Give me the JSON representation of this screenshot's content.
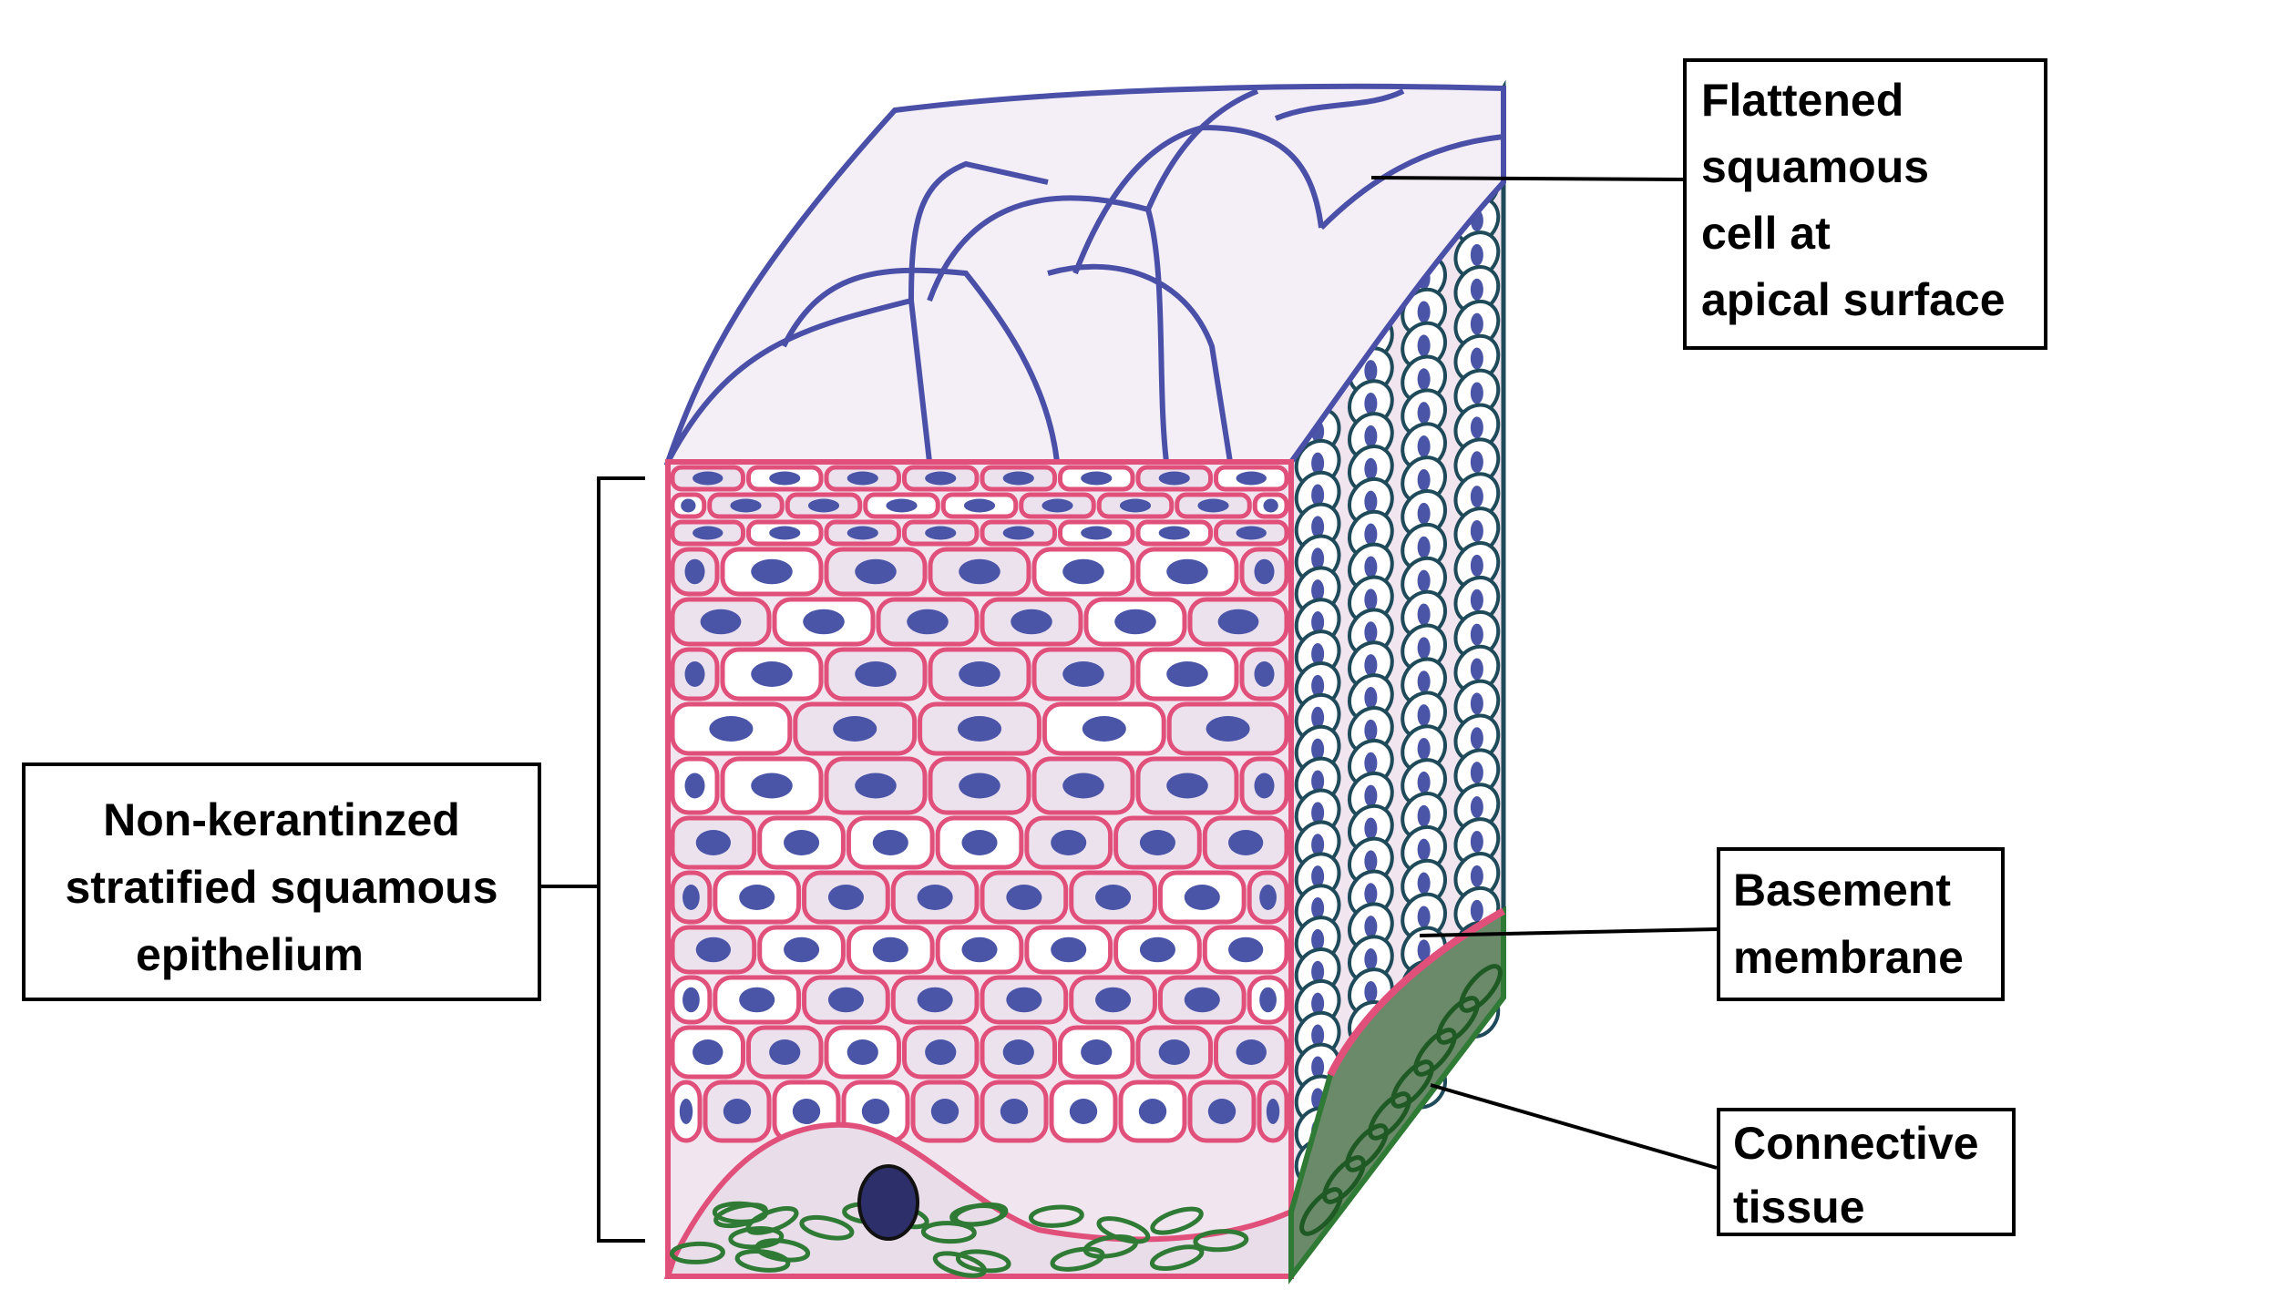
{
  "labels": {
    "apical": [
      "Flattened",
      "squamous",
      "cell at",
      "apical surface"
    ],
    "epithelium": [
      "Non-kerantinzed",
      "stratified squamous",
      "epithelium"
    ],
    "basement": [
      "Basement",
      "membrane"
    ],
    "connective": [
      "Connective",
      "tissue"
    ]
  },
  "colors": {
    "cell_border": "#e0507a",
    "cell_fill": "#f1e6f0",
    "nucleus": "#4a55a8",
    "top_border": "#4a4fa8",
    "side_border": "#1f4a5a",
    "connective": "#2f7a35"
  }
}
